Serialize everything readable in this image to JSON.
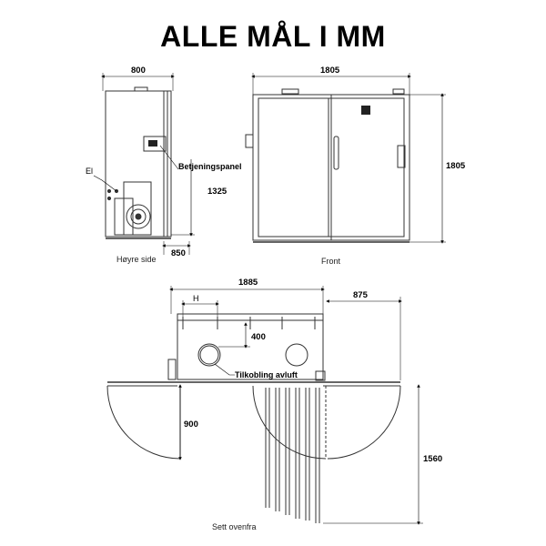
{
  "title": "ALLE MÅL I MM",
  "side_view": {
    "caption": "Høyre side",
    "width_label": "800",
    "height_label": "1325",
    "depth_label": "850",
    "callout_el": "El",
    "callout_panel": "Betjeningspanel"
  },
  "front_view": {
    "caption": "Front",
    "width_label": "1805",
    "height_label": "1805"
  },
  "top_view": {
    "caption": "Sett ovenfra",
    "width_label": "1885",
    "right_clearance_label": "875",
    "h_label": "H",
    "offset_label": "400",
    "door_label": "900",
    "extraction_label": "1560",
    "callout_vent": "Tilkobling avluft"
  }
}
